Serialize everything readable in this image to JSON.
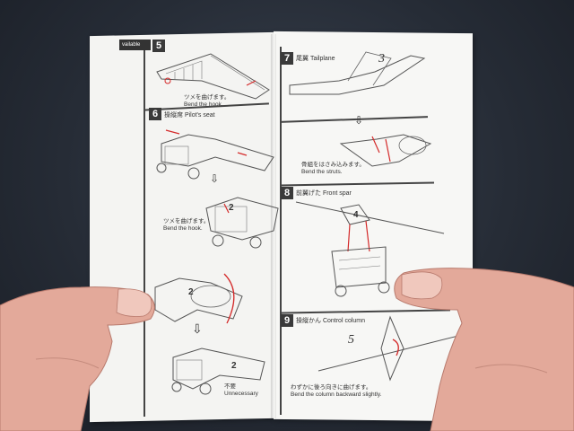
{
  "tab_label": "vailable",
  "steps": [
    {
      "num": "5",
      "title": "",
      "note_jp": "ツメを曲げます。",
      "note_en": "Bend the hook."
    },
    {
      "num": "6",
      "title": "操縦席  Pilot's seat",
      "note_jp": "ツメを曲げます。",
      "note_en": "Bend the hook.",
      "extra_jp": "不要",
      "extra_en": "Unnecessary"
    },
    {
      "num": "7",
      "title": "尾翼  Tailplane",
      "note_jp": "骨組をはさみ込みます。",
      "note_en": "Bend the struts."
    },
    {
      "num": "8",
      "title": "前翼げた  Front spar"
    },
    {
      "num": "9",
      "title": "操縦かん  Control column",
      "note_jp": "わずかに後ろ向きに曲げます。",
      "note_en": "Bend the column backward slightly."
    }
  ],
  "part_numbers": [
    "3",
    "2",
    "2",
    "2",
    "4",
    "5"
  ],
  "colors": {
    "accent": "#d42a2a",
    "ink": "#333333"
  }
}
